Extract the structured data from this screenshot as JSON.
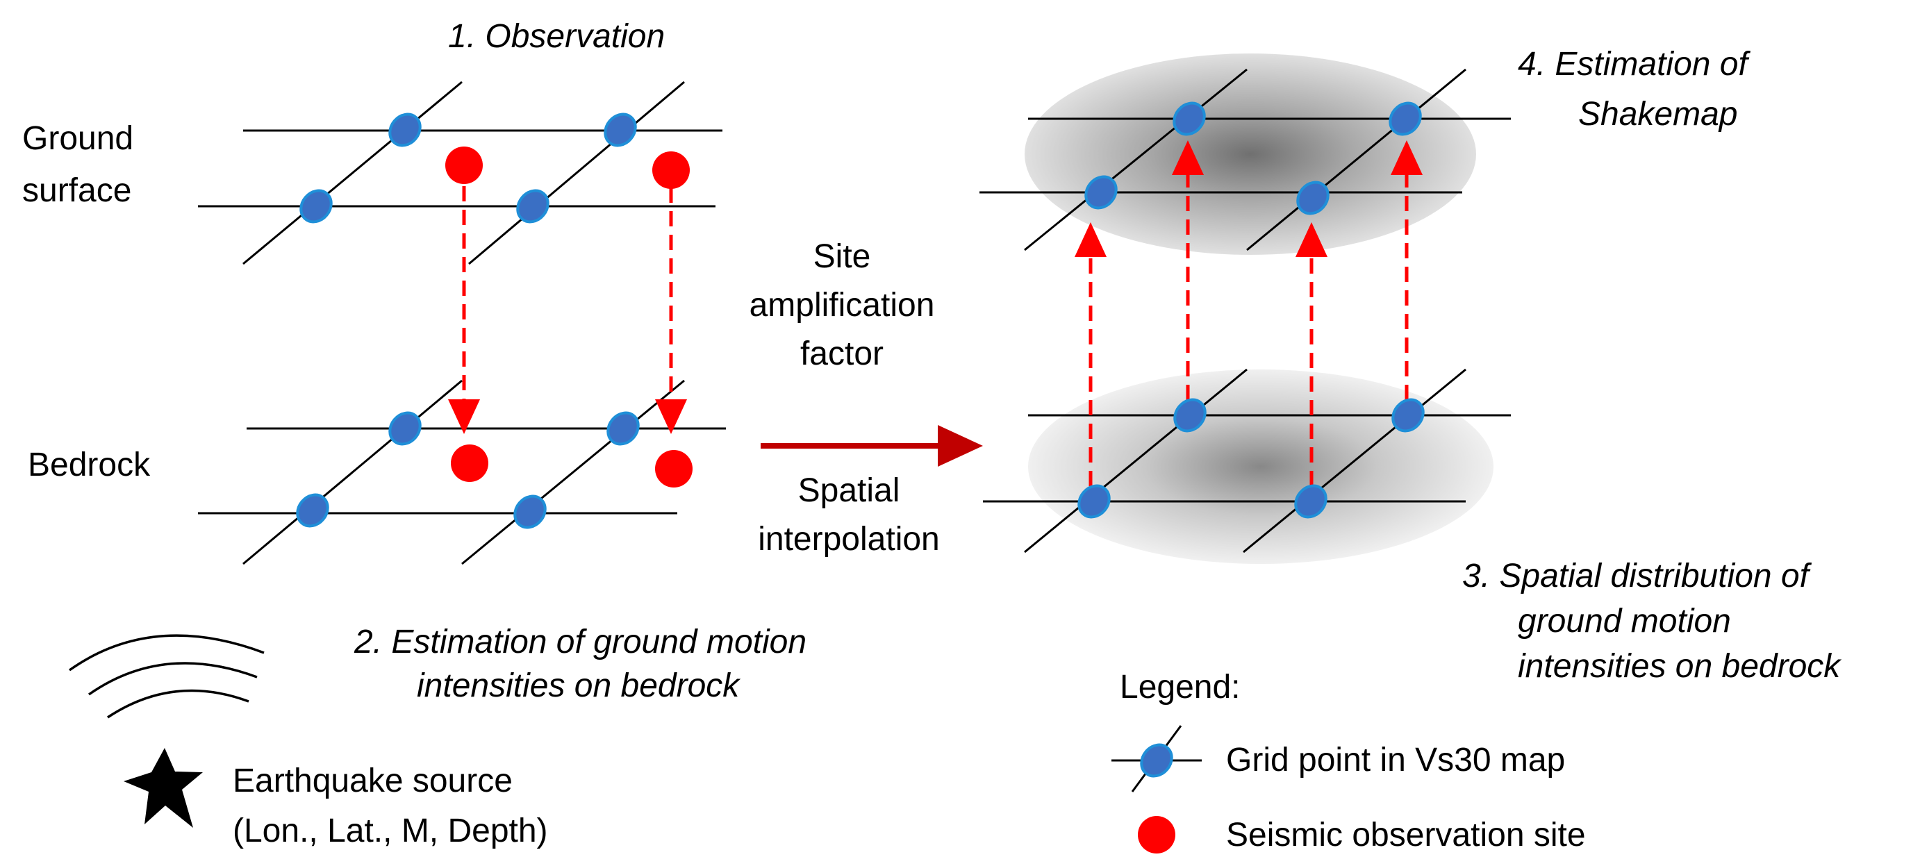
{
  "labels": {
    "step1": "1. Observation",
    "ground_surface_line1": "Ground",
    "ground_surface_line2": "surface",
    "bedrock": "Bedrock",
    "step2_line1": "2. Estimation of ground motion",
    "step2_line2": "intensities on bedrock",
    "site_amp_line1": "Site",
    "site_amp_line2": "amplification",
    "site_amp_line3": "factor",
    "spatial_interp_line1": "Spatial",
    "spatial_interp_line2": "interpolation",
    "step3_line1": "3. Spatial distribution of",
    "step3_line2": "ground motion",
    "step3_line3": "intensities on bedrock",
    "step4_line1": "4. Estimation of",
    "step4_line2": "Shakemap",
    "source_line1": "Earthquake source",
    "source_line2": "(Lon., Lat., M, Depth)"
  },
  "legend": {
    "title": "Legend:",
    "grid_point": "Grid point in Vs30 map",
    "observation_site": "Seismic observation site"
  },
  "colors": {
    "grid_point_fill": "#3a6fc4",
    "grid_point_stroke": "#1f8fd8",
    "observation_red": "#ff0000",
    "main_arrow": "#c00000",
    "line": "#000000",
    "shade": "#a0a0a0"
  }
}
